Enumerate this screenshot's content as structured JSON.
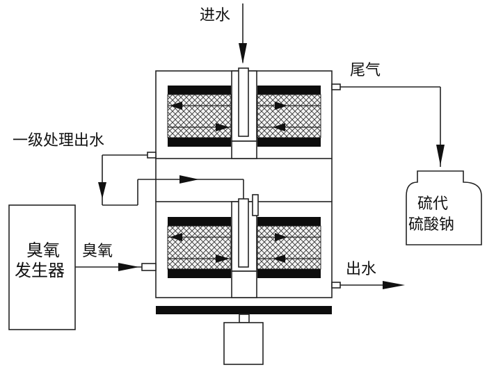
{
  "labels": {
    "inlet_water": "进水",
    "tail_gas": "尾气",
    "primary_effluent": "一级处理出水",
    "ozone": "臭氧",
    "ozone_generator_line1": "臭氧",
    "ozone_generator_line2": "发生器",
    "outlet_water": "出水",
    "thiosulfate_line1": "硫代",
    "thiosulfate_line2": "硫酸钠"
  }
}
